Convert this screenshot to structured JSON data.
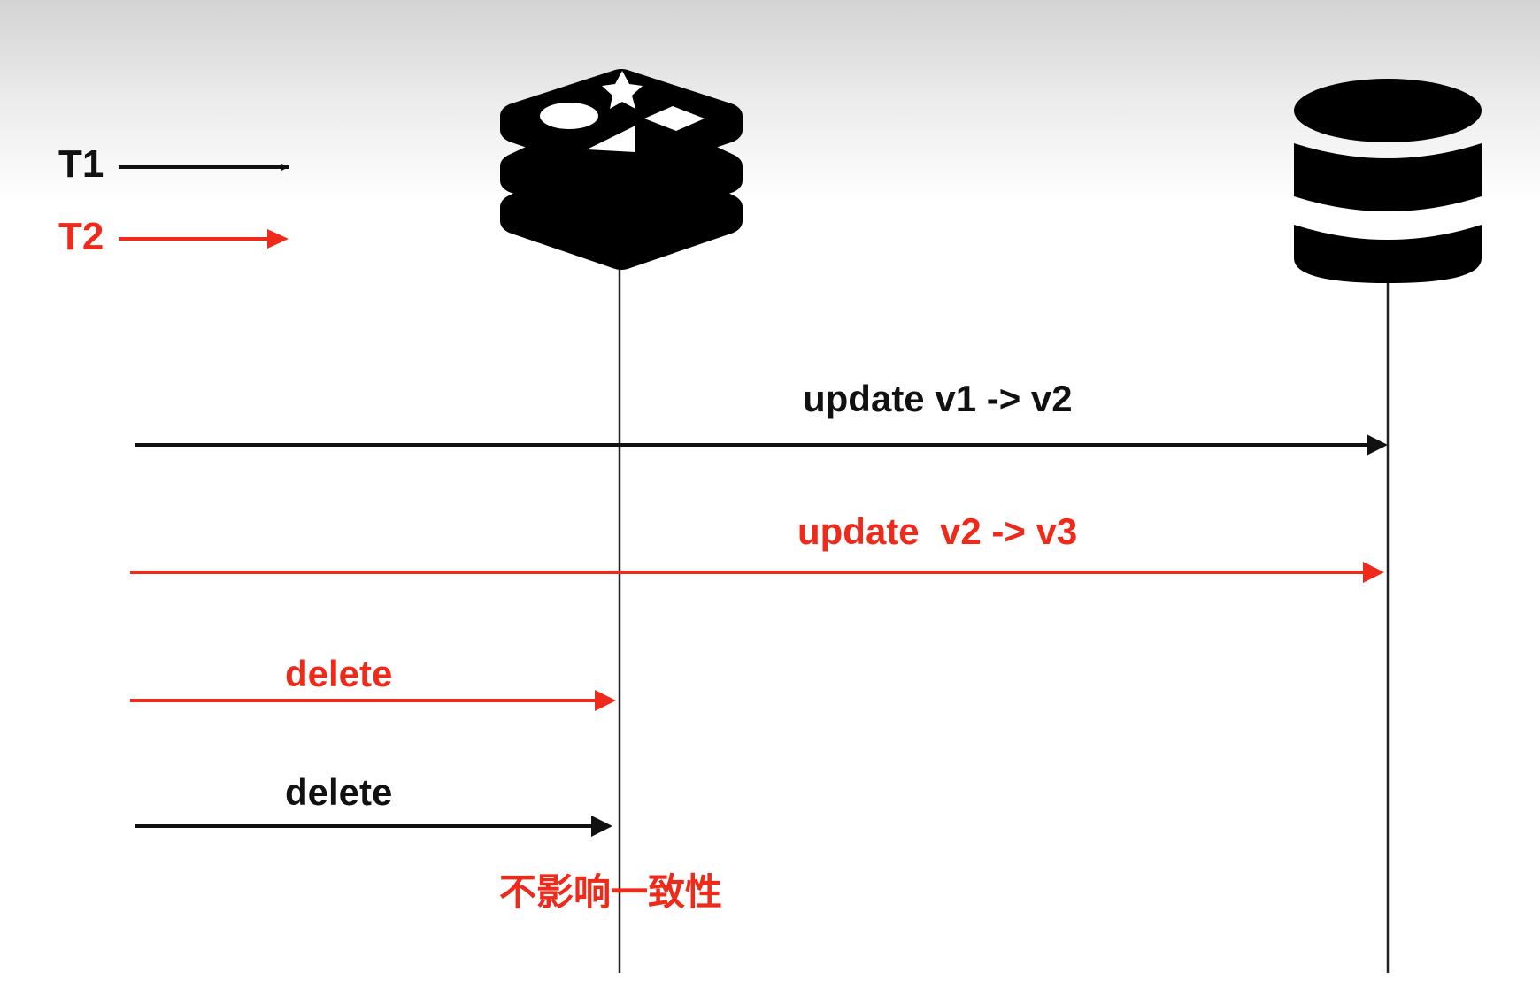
{
  "colors": {
    "t1": "#111111",
    "t2": "#ee2a1b",
    "lifeline": "#222222"
  },
  "participants": [
    {
      "id": "cache",
      "icon": "redis-cache-icon"
    },
    {
      "id": "database",
      "icon": "database-icon"
    }
  ],
  "legend": [
    {
      "label": "T1",
      "thread": "t1"
    },
    {
      "label": "T2",
      "thread": "t2"
    }
  ],
  "messages": [
    {
      "label": "update v1 -> v2",
      "thread": "t1",
      "to": "database"
    },
    {
      "label": "update  v2 -> v3",
      "thread": "t2",
      "to": "database"
    },
    {
      "label": "delete",
      "thread": "t2",
      "to": "cache"
    },
    {
      "label": "delete",
      "thread": "t1",
      "to": "cache"
    }
  ],
  "note": {
    "text": "不影响一致性",
    "thread": "t2"
  }
}
